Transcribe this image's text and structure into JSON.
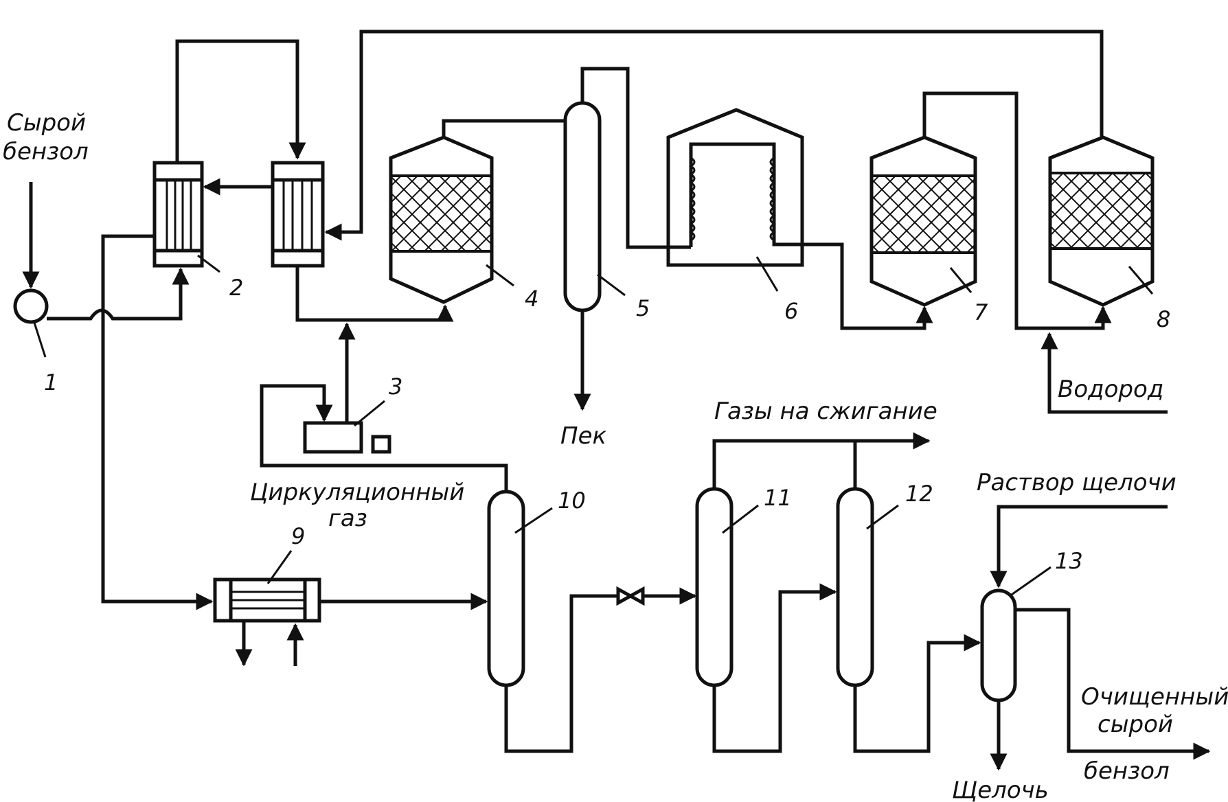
{
  "labels": {
    "raw_benzene_1": "Сырой",
    "raw_benzene_2": "бензол",
    "pitch": "Пек",
    "hydrogen": "Водород",
    "flue_gases": "Газы на сжигание",
    "circ_gas_1": "Циркуляционный",
    "circ_gas_2": "газ",
    "alkali_solution": "Раствор щелочи",
    "purified_1": "Очищенный",
    "purified_2": "сырой",
    "purified_3": "бензол",
    "alkali": "Щелочь"
  },
  "numbers": [
    "1",
    "2",
    "3",
    "4",
    "5",
    "6",
    "7",
    "8",
    "9",
    "10",
    "11",
    "12",
    "13"
  ]
}
